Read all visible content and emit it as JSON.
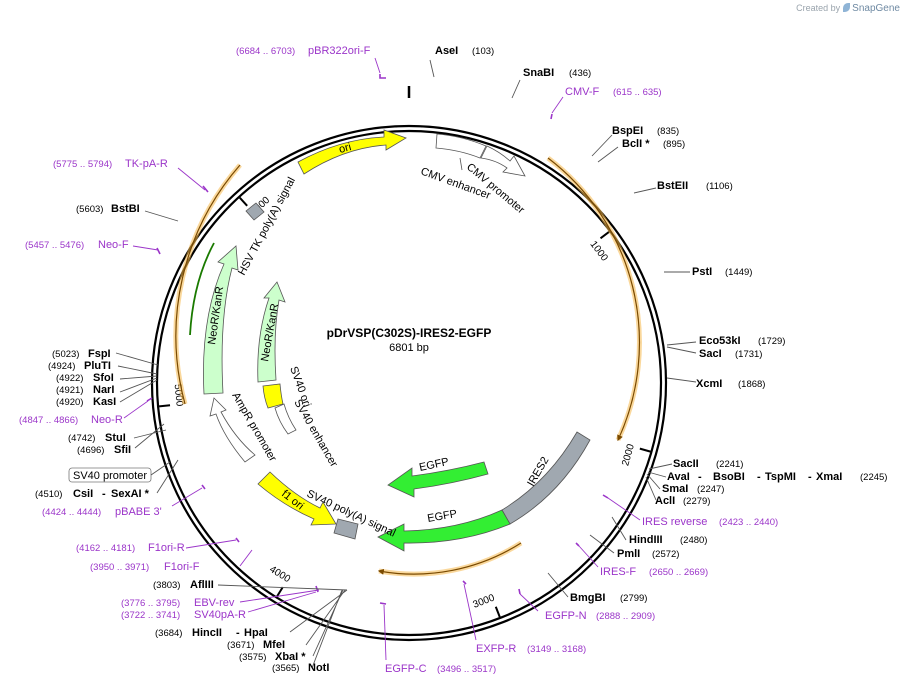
{
  "credit": {
    "prefix": "Created by",
    "brand": "SnapGene"
  },
  "plasmid": {
    "name": "pDrVSP(C302S)-IRES2-EGFP",
    "length_label": "6801 bp",
    "length": 6801
  },
  "ticks": [
    {
      "pos": 1000,
      "label": "1000"
    },
    {
      "pos": 2000,
      "label": "2000"
    },
    {
      "pos": 3000,
      "label": "3000"
    },
    {
      "pos": 4000,
      "label": "4000"
    },
    {
      "pos": 5000,
      "label": "5000"
    },
    {
      "pos": 6000,
      "label": "6000"
    }
  ],
  "sites": [
    {
      "name": "AseI",
      "pos_text": "(103)"
    },
    {
      "name": "SnaBI",
      "pos_text": "(436)"
    },
    {
      "name": "BspEI",
      "pos_text": "(835)"
    },
    {
      "name": "BclI *",
      "pos_text": "(895)"
    },
    {
      "name": "BstEII",
      "pos_text": "(1106)"
    },
    {
      "name": "PstI",
      "pos_text": "(1449)"
    },
    {
      "name": "Eco53kI",
      "pos_text": "(1729)"
    },
    {
      "name": "SacI",
      "pos_text": "(1731)"
    },
    {
      "name": "XcmI",
      "pos_text": "(1868)"
    },
    {
      "name": "SacII",
      "pos_text": "(2241)"
    },
    {
      "name": "AvaI",
      "extra": [
        "BsoBI",
        "TspMI",
        "XmaI"
      ],
      "pos_text": "(2245)"
    },
    {
      "name": "SmaI",
      "pos_text": "(2247)"
    },
    {
      "name": "AclI",
      "pos_text": "(2279)"
    },
    {
      "name": "HindIII",
      "pos_text": "(2480)"
    },
    {
      "name": "PmlI",
      "pos_text": "(2572)"
    },
    {
      "name": "BmgBI",
      "pos_text": "(2799)"
    },
    {
      "name": "NotI",
      "pos_text": "(3565)"
    },
    {
      "name": "XbaI *",
      "pos_text": "(3575)"
    },
    {
      "name": "MfeI",
      "pos_text": "(3671)"
    },
    {
      "name": "HincII",
      "extra": [
        "HpaI"
      ],
      "pos_text": "(3684)"
    },
    {
      "name": "AflIII",
      "pos_text": "(3803)"
    },
    {
      "name": "CsiI",
      "extra": [
        "SexAI *"
      ],
      "pos_text": "(4510)"
    },
    {
      "name": "SfiI",
      "pos_text": "(4696)"
    },
    {
      "name": "StuI",
      "pos_text": "(4742)"
    },
    {
      "name": "KasI",
      "pos_text": "(4920)"
    },
    {
      "name": "NarI",
      "pos_text": "(4921)"
    },
    {
      "name": "SfoI",
      "pos_text": "(4922)"
    },
    {
      "name": "PluTI",
      "pos_text": "(4924)"
    },
    {
      "name": "FspI",
      "pos_text": "(5023)"
    },
    {
      "name": "BstBI",
      "pos_text": "(5603)"
    }
  ],
  "primers": [
    {
      "name": "pBR322ori-F",
      "pos_text": "(6684 .. 6703)"
    },
    {
      "name": "CMV-F",
      "pos_text": "(615 .. 635)"
    },
    {
      "name": "IRES reverse",
      "pos_text": "(2423 .. 2440)"
    },
    {
      "name": "IRES-F",
      "pos_text": "(2650 .. 2669)"
    },
    {
      "name": "EGFP-N",
      "pos_text": "(2888 .. 2909)"
    },
    {
      "name": "EXFP-R",
      "pos_text": "(3149 .. 3168)"
    },
    {
      "name": "EGFP-C",
      "pos_text": "(3496 .. 3517)"
    },
    {
      "name": "SV40pA-R",
      "pos_text": "(3722 .. 3741)"
    },
    {
      "name": "EBV-rev",
      "pos_text": "(3776 .. 3795)"
    },
    {
      "name": "F1ori-F",
      "pos_text": "(3950 .. 3971)"
    },
    {
      "name": "F1ori-R",
      "pos_text": "(4162 .. 4181)"
    },
    {
      "name": "pBABE 3'",
      "pos_text": "(4424 .. 4444)"
    },
    {
      "name": "Neo-R",
      "pos_text": "(4847 .. 4866)"
    },
    {
      "name": "Neo-F",
      "pos_text": "(5457 .. 5476)"
    },
    {
      "name": "TK-pA-R",
      "pos_text": "(5775 .. 5794)"
    }
  ],
  "features": [
    {
      "name": "ori",
      "type": "rep_origin",
      "color": "#ffff00"
    },
    {
      "name": "CMV enhancer",
      "type": "enhancer",
      "color": "#ffffff"
    },
    {
      "name": "CMV promoter",
      "type": "promoter",
      "color": "#ffffff"
    },
    {
      "name": "IRES2",
      "type": "misc",
      "color": "#a0a8b0"
    },
    {
      "name": "EGFP",
      "type": "CDS",
      "color": "#33ee33"
    },
    {
      "name": "EGFP",
      "type": "CDS",
      "color": "#33ee33"
    },
    {
      "name": "SV40 poly(A) signal",
      "type": "polyA",
      "color": "#a0a8b0"
    },
    {
      "name": "f1 ori",
      "type": "rep_origin",
      "color": "#ffff00"
    },
    {
      "name": "AmpR promoter",
      "type": "promoter",
      "color": "#ffffff"
    },
    {
      "name": "SV40 enhancer",
      "type": "enhancer",
      "color": "#ffffff"
    },
    {
      "name": "SV40 ori",
      "type": "rep_origin",
      "color": "#ffff00"
    },
    {
      "name": "NeoR/KanR",
      "type": "CDS",
      "color": "#ccffcc"
    },
    {
      "name": "NeoR/KanR",
      "type": "CDS",
      "color": "#ccffcc"
    },
    {
      "name": "HSV TK poly(A) signal",
      "type": "polyA",
      "color": "#a0a8b0"
    }
  ],
  "promoter_box": {
    "label": "SV40 promoter"
  },
  "colors": {
    "backbone": "#000000",
    "orf": "#f5b84a",
    "primer": "#9b35c9",
    "site_line": "#555555"
  }
}
